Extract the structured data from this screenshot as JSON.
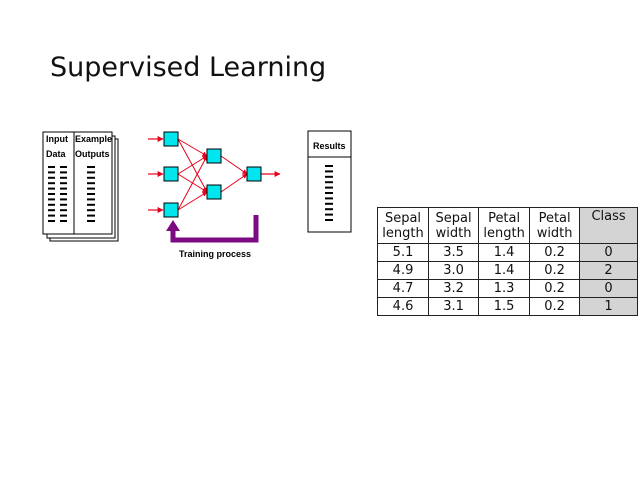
{
  "slide": {
    "title": "Supervised Learning"
  },
  "diagram": {
    "sheet_headers": [
      [
        "Input",
        "Data"
      ],
      [
        "Example",
        "Outputs"
      ]
    ],
    "results_label": "Results",
    "caption": "Training process",
    "colors": {
      "node": "#00e5ee",
      "arrow": "#e8001c",
      "feedback": "#7b0a83"
    }
  },
  "table": {
    "headers": [
      [
        "Sepal",
        "length"
      ],
      [
        "Sepal",
        "width"
      ],
      [
        "Petal",
        "length"
      ],
      [
        "Petal",
        "width"
      ],
      [
        "Class",
        ""
      ]
    ],
    "rows": [
      [
        "5.1",
        "3.5",
        "1.4",
        "0.2",
        "0"
      ],
      [
        "4.9",
        "3.0",
        "1.4",
        "0.2",
        "2"
      ],
      [
        "4.7",
        "3.2",
        "1.3",
        "0.2",
        "0"
      ],
      [
        "4.6",
        "3.1",
        "1.5",
        "0.2",
        "1"
      ]
    ]
  }
}
